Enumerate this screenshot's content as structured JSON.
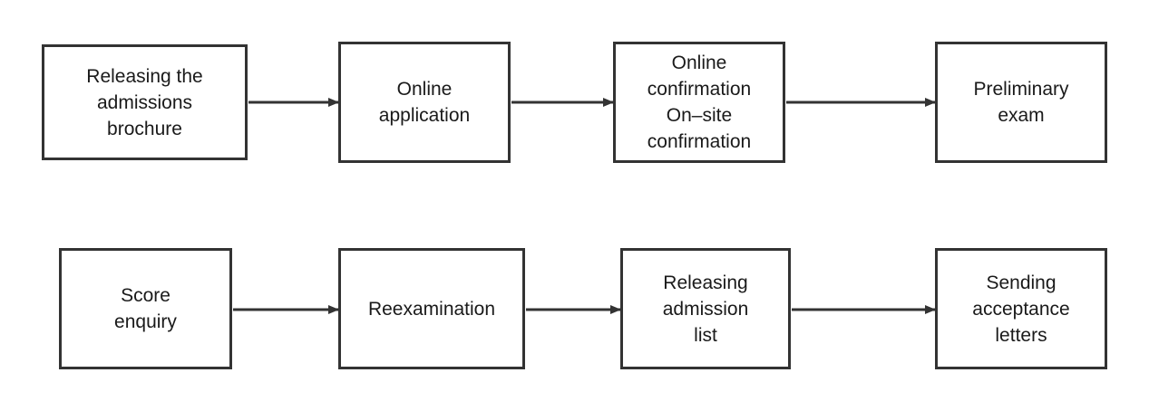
{
  "diagram": {
    "steps": [
      {
        "id": "s1",
        "label": "Releasing the\nadmissions\nbrochure"
      },
      {
        "id": "s2",
        "label": "Online\napplication"
      },
      {
        "id": "s3",
        "label": "Online\nconfirmation\nOn–site\nconfirmation"
      },
      {
        "id": "s4",
        "label": "Preliminary\nexam"
      },
      {
        "id": "s5",
        "label": "Score\nenquiry"
      },
      {
        "id": "s6",
        "label": "Reexamination"
      },
      {
        "id": "s7",
        "label": "Releasing\nadmission\nlist"
      },
      {
        "id": "s8",
        "label": "Sending\nacceptance\nletters"
      }
    ],
    "connections": [
      {
        "from": "s1",
        "to": "s2"
      },
      {
        "from": "s2",
        "to": "s3"
      },
      {
        "from": "s3",
        "to": "s4"
      },
      {
        "from": "s5",
        "to": "s6"
      },
      {
        "from": "s6",
        "to": "s7"
      },
      {
        "from": "s7",
        "to": "s8"
      }
    ],
    "colors": {
      "stroke": "#333333",
      "text": "#1a1a1a",
      "background": "#ffffff"
    }
  }
}
